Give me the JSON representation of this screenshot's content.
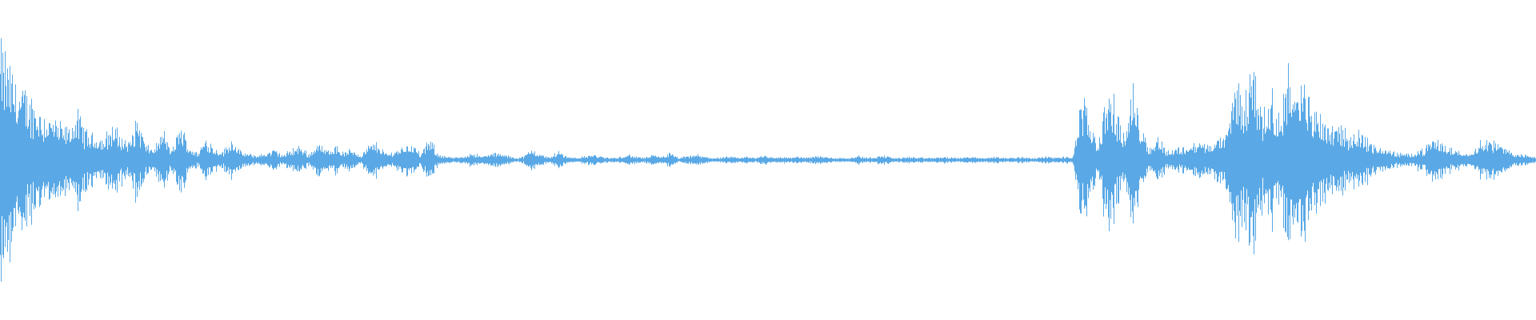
{
  "waveform": {
    "color": "#5aa9e6",
    "background": "#ffffff",
    "amplitude_profile": [
      0.98,
      0.83,
      0.62,
      0.58,
      0.5,
      0.4,
      0.36,
      0.3,
      0.26,
      0.4,
      0.25,
      0.2,
      0.18,
      0.3,
      0.22,
      0.15,
      0.38,
      0.12,
      0.1,
      0.25,
      0.08,
      0.3,
      0.12,
      0.06,
      0.2,
      0.1,
      0.08,
      0.18,
      0.07,
      0.05,
      0.04,
      0.06,
      0.09,
      0.04,
      0.1,
      0.12,
      0.05,
      0.15,
      0.08,
      0.14,
      0.06,
      0.1,
      0.04,
      0.13,
      0.15,
      0.05,
      0.08,
      0.12,
      0.14,
      0.05,
      0.18,
      0.06,
      0.03,
      0.02,
      0.03,
      0.07,
      0.03,
      0.05,
      0.06,
      0.04,
      0.02,
      0.03,
      0.1,
      0.05,
      0.02,
      0.08,
      0.03,
      0.02,
      0.03,
      0.05,
      0.03,
      0.02,
      0.02,
      0.05,
      0.03,
      0.02,
      0.04,
      0.03,
      0.06,
      0.02,
      0.03,
      0.05,
      0.03,
      0.02,
      0.02,
      0.03,
      0.02,
      0.03,
      0.02,
      0.05,
      0.02,
      0.03,
      0.02,
      0.03,
      0.02,
      0.04,
      0.03,
      0.02,
      0.02,
      0.02,
      0.04,
      0.02,
      0.03,
      0.04,
      0.02,
      0.02,
      0.03,
      0.02,
      0.02,
      0.02,
      0.03,
      0.02,
      0.02,
      0.03,
      0.02,
      0.02,
      0.03,
      0.02,
      0.02,
      0.03,
      0.02,
      0.02,
      0.03,
      0.02,
      0.03,
      0.02,
      0.55,
      0.35,
      0.15,
      0.62,
      0.45,
      0.2,
      0.58,
      0.3,
      0.1,
      0.2,
      0.08,
      0.1,
      0.12,
      0.14,
      0.16,
      0.12,
      0.18,
      0.25,
      0.72,
      0.5,
      0.95,
      0.4,
      0.6,
      0.35,
      0.85,
      0.55,
      0.65,
      0.45,
      0.4,
      0.3,
      0.35,
      0.2,
      0.25,
      0.22,
      0.12,
      0.1,
      0.08,
      0.06,
      0.05,
      0.08,
      0.1,
      0.18,
      0.15,
      0.1,
      0.08,
      0.05,
      0.12,
      0.2,
      0.16,
      0.12,
      0.08,
      0.05,
      0.04,
      0.03
    ]
  }
}
